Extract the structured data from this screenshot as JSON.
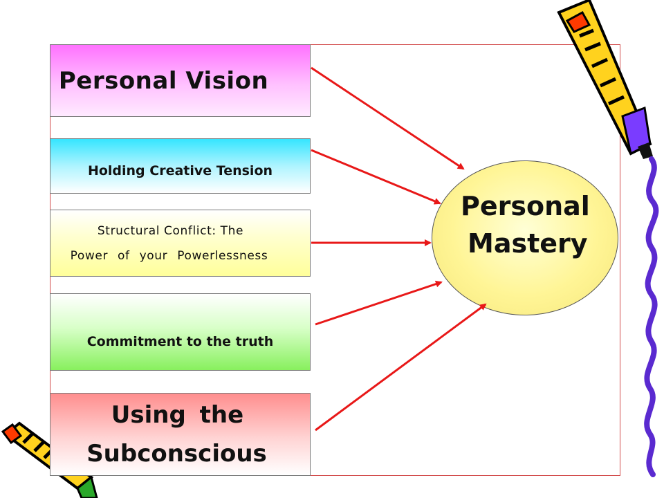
{
  "boxes": [
    {
      "label": "Personal Vision"
    },
    {
      "label": "Holding Creative Tension"
    },
    {
      "line1": "Structural Conflict: The",
      "line2": "Power of your Powerlessness"
    },
    {
      "label": "Commitment to the truth"
    },
    {
      "line1": "Using the",
      "line2": "Subconscious"
    }
  ],
  "center": {
    "line1": "Personal",
    "line2": "Mastery"
  },
  "colors": {
    "arrow": "#e81818",
    "frame": "#d24a4a"
  },
  "decorations": [
    "pencil-icon",
    "pencil-icon",
    "squiggle-line"
  ]
}
